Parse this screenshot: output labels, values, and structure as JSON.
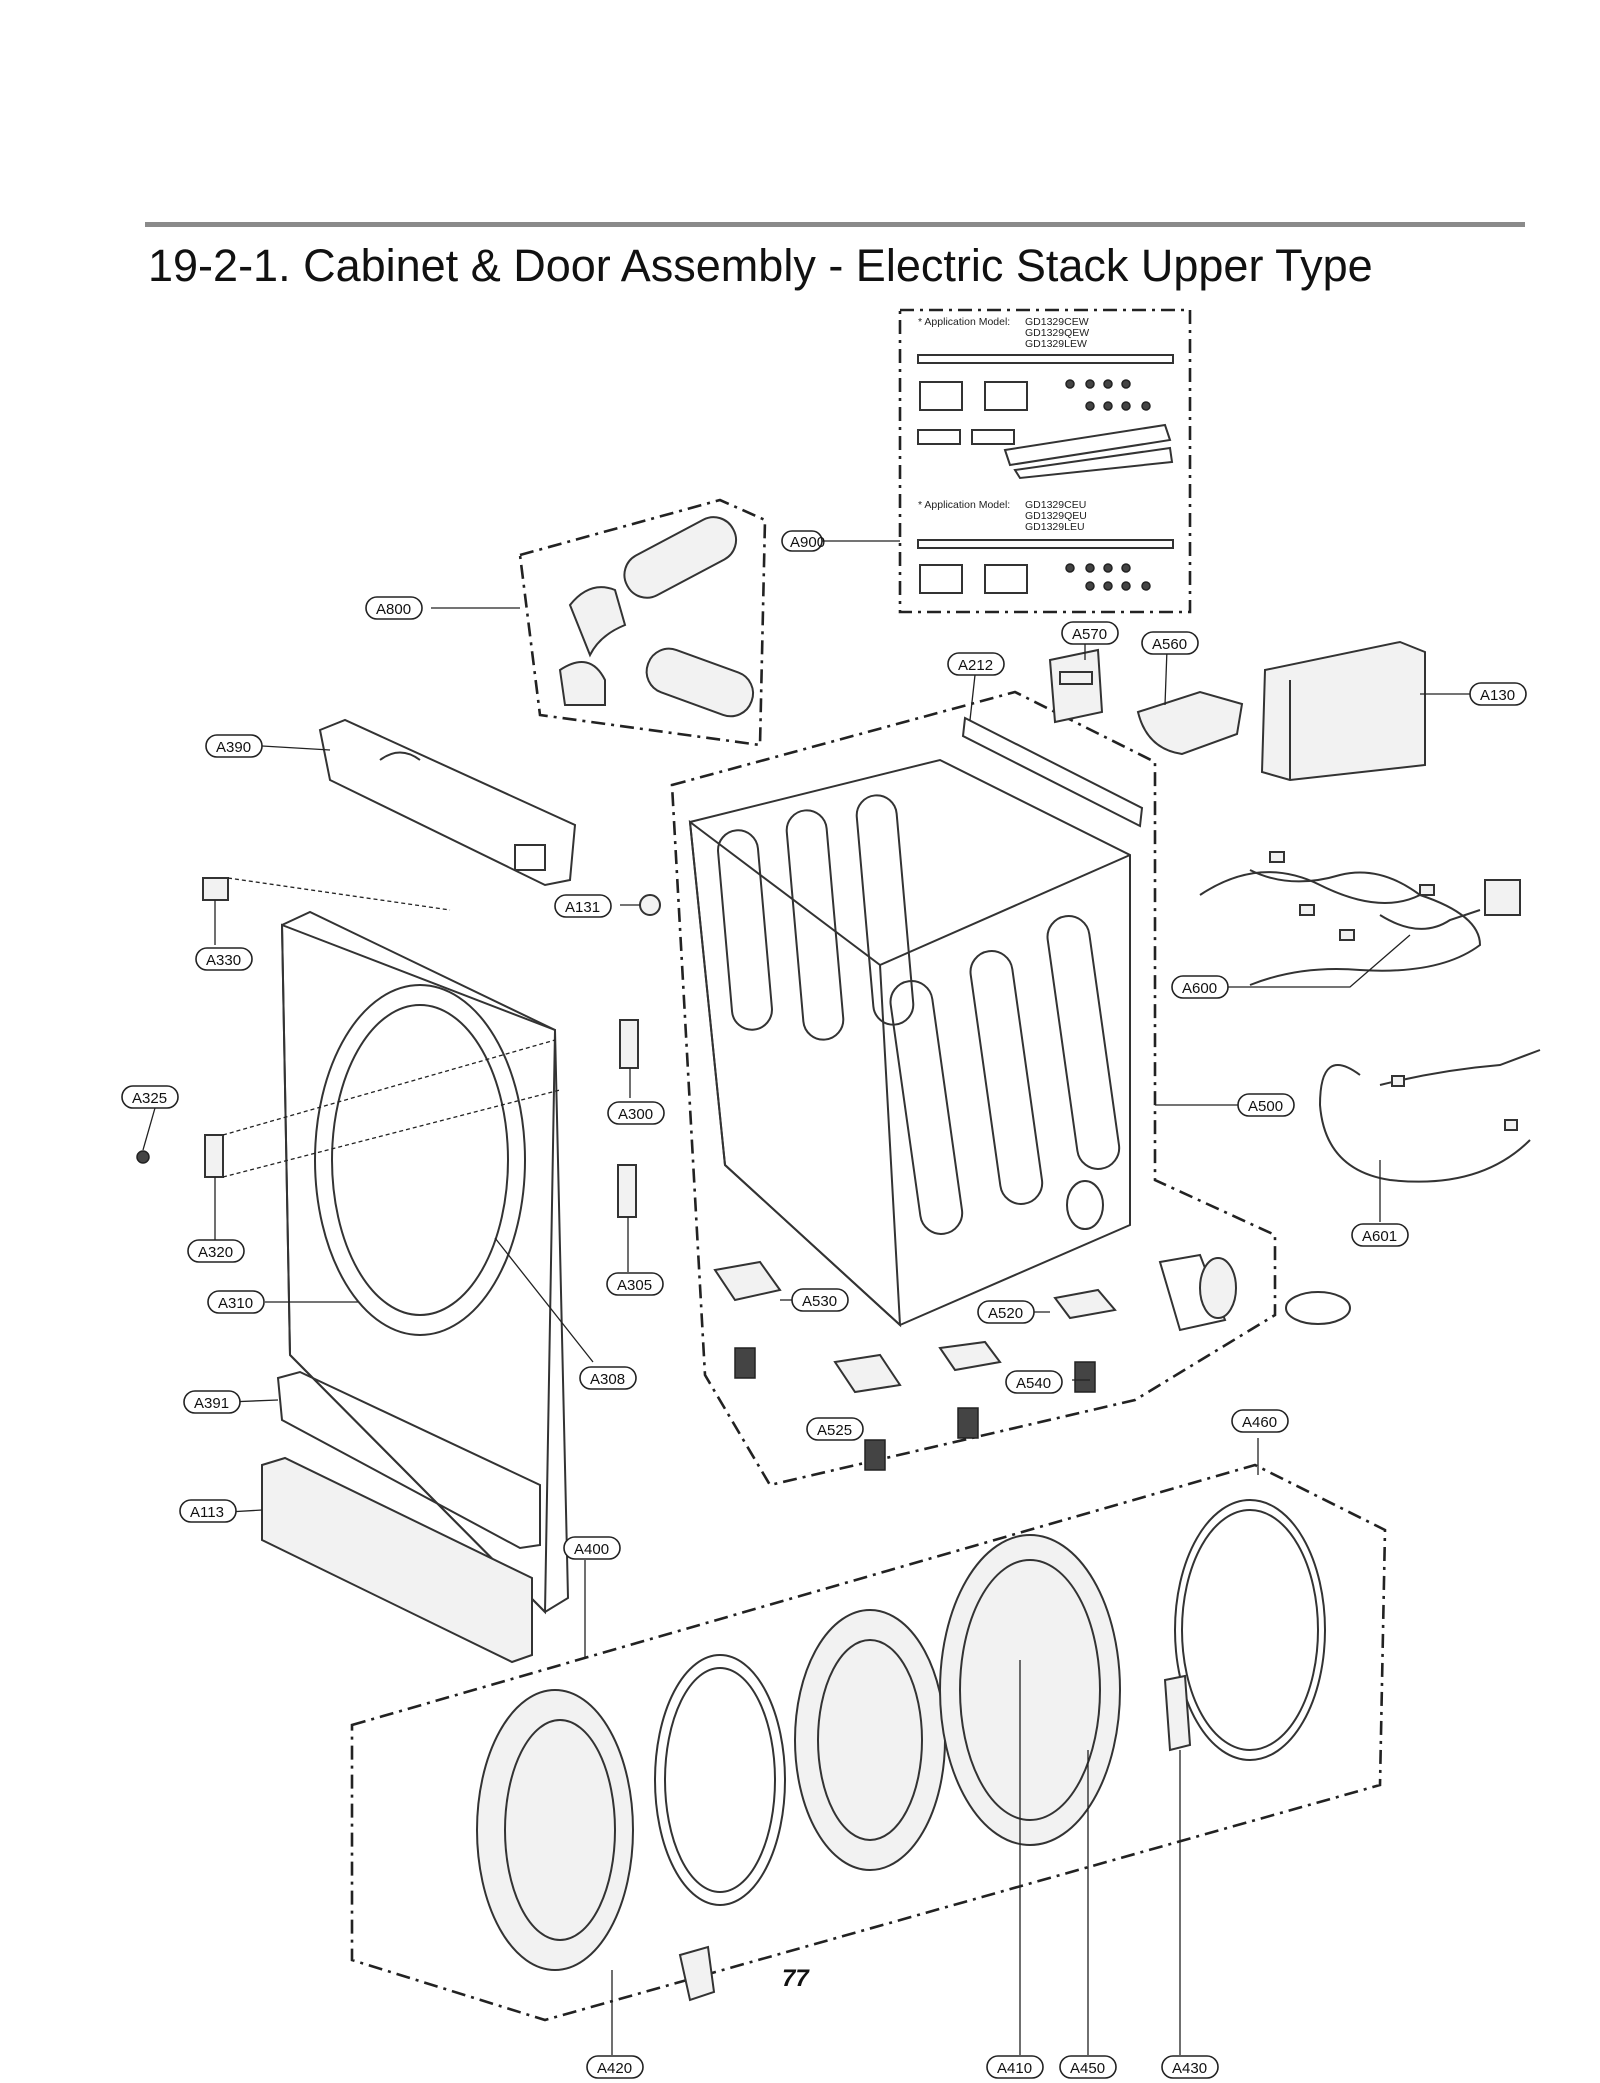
{
  "title": "19-2-1. Cabinet & Door Assembly - Electric Stack Upper Type",
  "page_number": "77",
  "application_groups": [
    {
      "label": "* Application Model:",
      "models": [
        "GD1329CEW",
        "GD1329QEW",
        "GD1329LEW"
      ]
    },
    {
      "label": "* Application Model:",
      "models": [
        "GD1329CEU",
        "GD1329QEU",
        "GD1329LEU"
      ]
    }
  ],
  "callouts": {
    "A900": "A900",
    "A800": "A800",
    "A570": "A570",
    "A560": "A560",
    "A212": "A212",
    "A130": "A130",
    "A390": "A390",
    "A131": "A131",
    "A330": "A330",
    "A600": "A600",
    "A325": "A325",
    "A300": "A300",
    "A500": "A500",
    "A320": "A320",
    "A601": "A601",
    "A305": "A305",
    "A310": "A310",
    "A530": "A530",
    "A520": "A520",
    "A308": "A308",
    "A540": "A540",
    "A391": "A391",
    "A525": "A525",
    "A460": "A460",
    "A113": "A113",
    "A400": "A400",
    "A420": "A420",
    "A410": "A410",
    "A450": "A450",
    "A430": "A430"
  }
}
